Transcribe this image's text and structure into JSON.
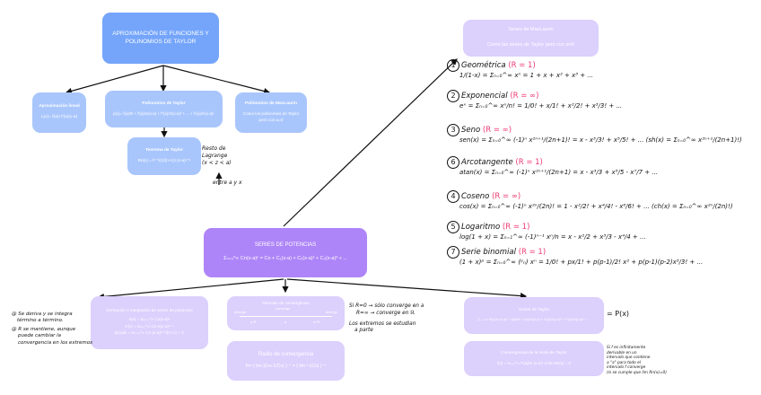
{
  "root": {
    "title": "APROXIMACIÓN DE FUNCIONES Y POLINOMIOS DE TAYLOR"
  },
  "level2": {
    "linear": {
      "title": "Aproximación lineal",
      "formula": "L(x)= f(a)+f'(a)(x-a)"
    },
    "taylor_poly": {
      "title": "Polinomios de Taylor",
      "formula": "p(x)= f(a)/0! + f'(a)/1!(x-a) + f''(a)/2!(x-a)² + ... + fⁿ(a)/n!(x-a)ⁿ"
    },
    "maclaurin_poly": {
      "title": "Polinomios de MacLaurin",
      "desc": "Como los polinomios de Taylor pero con a=0"
    },
    "taylor_theorem": {
      "title": "Teorema de Taylor",
      "formula": "Rn(x) = fⁿ⁺¹(z)/(n+1)! (x-a)ⁿ⁺¹"
    }
  },
  "notes": {
    "lagrange": [
      "Resto de",
      "Lagrange",
      "(x < z < a)",
      "entre a y x"
    ],
    "derivation": [
      "@ Se deriva y se integra",
      "término a término.",
      "@ R se mantiene, aunque",
      "puede cambiar la",
      "convergencia en los extremos"
    ],
    "convergence_interval": [
      "Si R=0 → sólo converge en a",
      "R=∞ → converge en ℝ",
      "Los extremos se estudian",
      "a parte"
    ],
    "taylor_convergence": [
      "Si f es infinitamente",
      "derivable en un",
      "intervalo que contiene",
      "a \"a\" para todo el",
      "intervalo f converge",
      "(si se cumple que lim Rn(x)=0)"
    ]
  },
  "maclaurin_series": {
    "title": "Series de MacLaurin",
    "desc": "Como las series de Taylor pero con a=0",
    "items": [
      {
        "num": "1",
        "name": "Geométrica",
        "radius": "(R = 1)",
        "formula": "1/(1-x) = Σₙ₌₀^∞ xⁿ = 1 + x + x² + x³ + ..."
      },
      {
        "num": "2",
        "name": "Exponencial",
        "radius": "(R = ∞)",
        "formula": "eˣ = Σₙ₌₀^∞ xⁿ/n! = 1/0! + x/1! + x²/2! + x³/3! + ..."
      },
      {
        "num": "3",
        "name": "Seno",
        "radius": "(R = ∞)",
        "formula": "sen(x) = Σₙ₌₀^∞ (-1)ⁿ x²ⁿ⁺¹/(2n+1)! = x - x³/3! + x⁵/5! + ...",
        "extra": "(sh(x) = Σₙ₌₀^∞ x²ⁿ⁺¹/(2n+1)!)"
      },
      {
        "num": "6",
        "name": "Arcotangente",
        "radius": "(R = 1)",
        "formula": "atan(x) = Σₙ₌₀^∞ (-1)ⁿ x²ⁿ⁺¹/(2n+1) = x - x³/3 + x⁵/5 - x⁷/7 + ..."
      },
      {
        "num": "4",
        "name": "Coseno",
        "radius": "(R = ∞)",
        "formula": "cos(x) = Σₙ₌₀^∞ (-1)ⁿ x²ⁿ/(2n)! = 1 - x²/2! + x⁴/4! - x⁶/6! + ...",
        "extra": "(ch(x) = Σₙ₌₀^∞ x²ⁿ/(2n)!)"
      },
      {
        "num": "5",
        "name": "Logaritmo",
        "radius": "(R = 1)",
        "formula": "log(1 + x) = Σₙ₌₁^∞ (-1)ⁿ⁻¹ xⁿ/n = x - x²/2 + x³/3 - x⁴/4 + ..."
      },
      {
        "num": "7",
        "name": "Serie binomial",
        "radius": "(R = 1)",
        "formula": "(1 + x)ᵖ = Σₙ₌₀^∞ (ᵖₙ) xⁿ = 1/0! + px/1! + p(p-1)/2! x² + p(p-1)(p-2)x³/3! + ..."
      }
    ]
  },
  "center": {
    "title": "SERIES DE POTENCIAS",
    "formula": "Σₙ₌₀^∞ Cn(x-a)ⁿ = Co + C₁(x-a) + C₂(x-a)² + C₃(x-a)³ + ..."
  },
  "level4": {
    "derivation": {
      "title": "Derivación e integración de series de potencias",
      "lines": [
        "s(x) = Σₙ₌₀^∞ Cn(x-a)ⁿ",
        "s'(x) = Σₙ₌₁^∞ Cn·n(x-a)ⁿ⁻¹",
        "∫s(x)dx = Σₙ₌₀^∞ Cn (x-a)ⁿ⁺¹/(n+1) + C"
      ]
    },
    "interval": {
      "title": "Intervalo de convergencia",
      "left": "diverge",
      "middle": "converge",
      "right": "diverge",
      "ticks": [
        "a-R",
        "a",
        "a+R"
      ]
    },
    "radius": {
      "title": "Radio de convergencia",
      "formula": "R= ( lim |Cn+1/Cn| )⁻¹ = ( lim ⁿ√|Cn| )⁻¹"
    },
    "taylor_series": {
      "title": "Series de Taylor",
      "formula": "Σₙ₌₀^∞ fⁿ(a)/n! (x-a)ⁿ = f(a)/0! + f'(a)/1!(x-a) + f''(a)/2!(x-a)² + f'''(a)/3!(x-a)³ + ...",
      "equals": "= P(x)"
    },
    "taylor_convergence": {
      "title": "Convergencia de la serie de Taylor",
      "formula": "f(x) = Σₙ₌₀^∞ fⁿ(a)/n! (x-a)ⁿ si lim Rn(x) = 0"
    }
  }
}
